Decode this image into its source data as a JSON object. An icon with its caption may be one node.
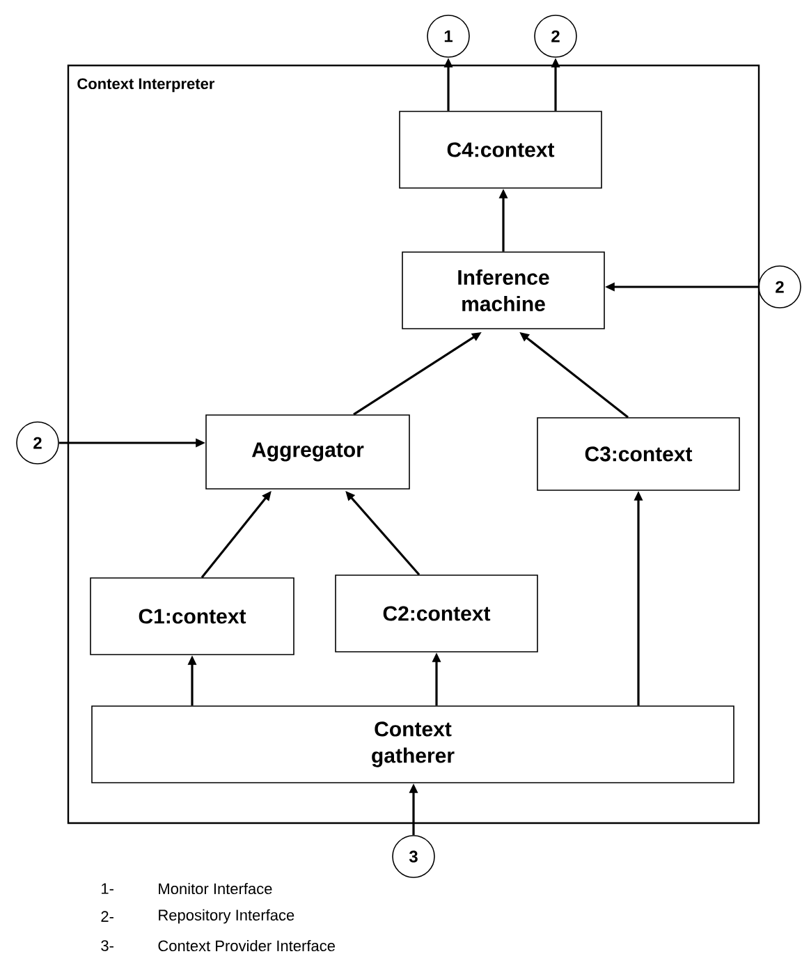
{
  "diagram": {
    "nodes": [
      {
        "text": [
          "Context Interpreter"
        ]
      },
      {
        "text": [
          "C4:context"
        ],
        "in": 0
      },
      {
        "text": [
          "Inference machine"
        ],
        "in": 0
      },
      {
        "text": [
          "Aggregator"
        ],
        "in": 0
      },
      {
        "text": [
          "C3:context"
        ],
        "in": 0
      },
      {
        "text": [
          "C1:context"
        ],
        "in": 0
      },
      {
        "text": [
          "C2:context"
        ],
        "in": 0
      },
      {
        "text": [
          "Context gatherer"
        ],
        "in": 0
      },
      {
        "text": [
          "1"
        ]
      },
      {
        "text": [
          "2"
        ]
      },
      {
        "text": [
          "2"
        ]
      },
      {
        "text": [
          "2"
        ]
      },
      {
        "text": [
          "3"
        ]
      }
    ],
    "edges": [
      {
        "from": 1,
        "to": 8,
        "arrow": "to"
      },
      {
        "from": 1,
        "to": 9,
        "arrow": "to"
      },
      {
        "from": 2,
        "to": 1,
        "arrow": "to"
      },
      {
        "from": 10,
        "to": 2,
        "arrow": "to"
      },
      {
        "from": 3,
        "to": 2,
        "arrow": "to"
      },
      {
        "from": 4,
        "to": 2,
        "arrow": "to"
      },
      {
        "from": 11,
        "to": 3,
        "arrow": "to"
      },
      {
        "from": 5,
        "to": 3,
        "arrow": "to"
      },
      {
        "from": 6,
        "to": 3,
        "arrow": "to"
      },
      {
        "from": 7,
        "to": 5,
        "arrow": "to"
      },
      {
        "from": 7,
        "to": 6,
        "arrow": "to"
      },
      {
        "from": 7,
        "to": 4,
        "arrow": "to"
      },
      {
        "from": 12,
        "to": 7,
        "arrow": "to"
      }
    ],
    "labels": [
      "1-",
      "Monitor Interface",
      "2-",
      "Repository Interface",
      "3-",
      "Context Provider Interface"
    ]
  }
}
